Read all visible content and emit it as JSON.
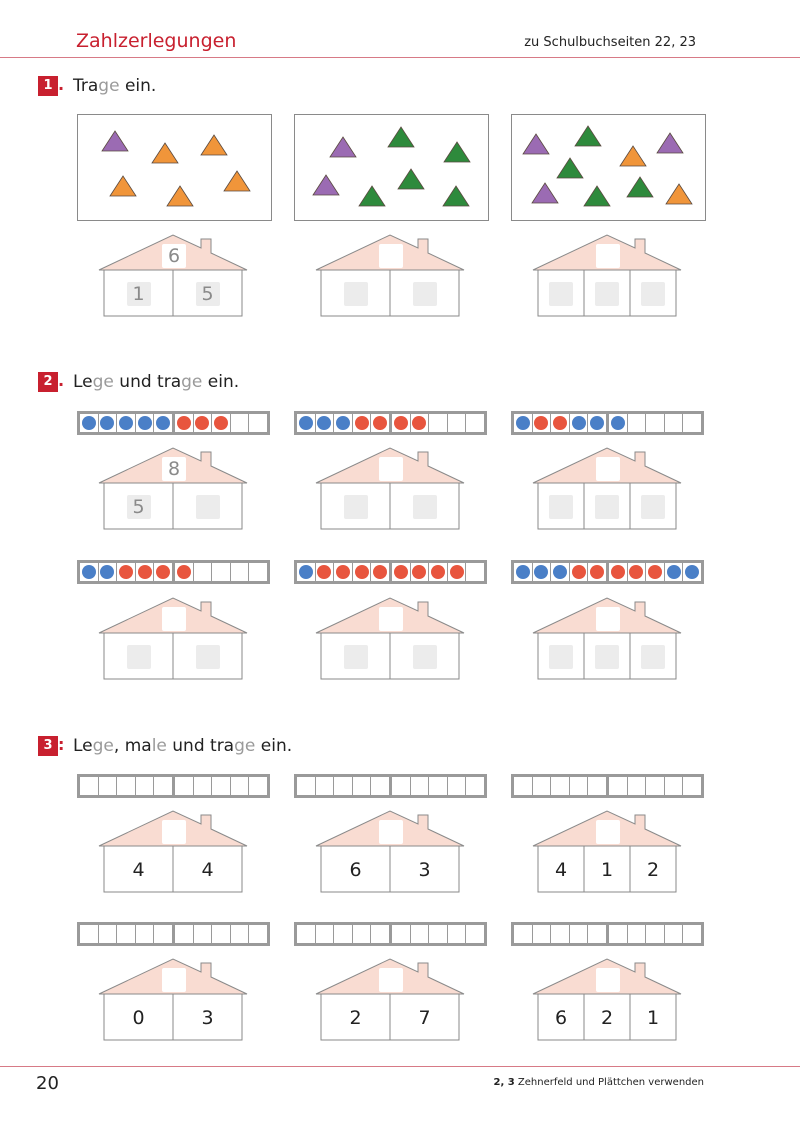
{
  "header": {
    "title": "Zahlzerlegungen",
    "ref": "zu Schulbuchseiten 22, 23"
  },
  "colors": {
    "accent": "#c8202f",
    "roof": "#f9dcd2",
    "house_line": "#8a8a8a",
    "blue_dot": "#4a7fc7",
    "red_dot": "#e8553e",
    "purple_triangle": "#9b6bb3",
    "orange_triangle": "#f0953a",
    "green_triangle": "#2e8a3c"
  },
  "tasks": [
    {
      "number": "1",
      "mark": ".",
      "instruction": [
        {
          "t": "Tra"
        },
        {
          "t": "ge",
          "g": true
        },
        {
          "t": " ein."
        }
      ]
    },
    {
      "number": "2",
      "mark": ".",
      "instruction": [
        {
          "t": "Le"
        },
        {
          "t": "ge",
          "g": true
        },
        {
          "t": " und tra"
        },
        {
          "t": "ge",
          "g": true
        },
        {
          "t": " ein."
        }
      ]
    },
    {
      "number": "3",
      "mark": ":",
      "instruction": [
        {
          "t": "Le"
        },
        {
          "t": "ge",
          "g": true
        },
        {
          "t": ", ma"
        },
        {
          "t": "le",
          "g": true
        },
        {
          "t": " und tra"
        },
        {
          "t": "ge",
          "g": true
        },
        {
          "t": " ein."
        }
      ]
    }
  ],
  "task1": {
    "boxes": [
      {
        "triangles": [
          {
            "color": "purple"
          },
          {
            "color": "orange"
          },
          {
            "color": "orange"
          },
          {
            "color": "orange"
          },
          {
            "color": "orange"
          },
          {
            "color": "orange"
          }
        ]
      },
      {
        "triangles": [
          {
            "color": "purple"
          },
          {
            "color": "green"
          },
          {
            "color": "green"
          },
          {
            "color": "purple"
          },
          {
            "color": "green"
          },
          {
            "color": "green"
          },
          {
            "color": "green"
          }
        ]
      },
      {
        "triangles": [
          {
            "color": "purple"
          },
          {
            "color": "green"
          },
          {
            "color": "orange"
          },
          {
            "color": "purple"
          },
          {
            "color": "green"
          },
          {
            "color": "purple"
          },
          {
            "color": "green"
          },
          {
            "color": "green"
          },
          {
            "color": "orange"
          }
        ]
      }
    ],
    "houses": [
      {
        "roof": "6",
        "rooms": [
          {
            "v": "1",
            "box": true
          },
          {
            "v": "5",
            "box": true
          }
        ]
      },
      {
        "roof": "",
        "rooms": [
          {
            "v": "",
            "box": true
          },
          {
            "v": "",
            "box": true
          }
        ]
      },
      {
        "roof": "",
        "rooms": [
          {
            "v": "",
            "box": true
          },
          {
            "v": "",
            "box": true
          },
          {
            "v": "",
            "box": true
          }
        ]
      }
    ]
  },
  "task2": {
    "rows": [
      {
        "frames": [
          [
            "b",
            "b",
            "b",
            "b",
            "b",
            "r",
            "r",
            "r",
            "",
            ""
          ],
          [
            "b",
            "b",
            "b",
            "r",
            "r",
            "r",
            "r",
            "",
            "",
            ""
          ],
          [
            "b",
            "r",
            "r",
            "b",
            "b",
            "b",
            "",
            "",
            "",
            ""
          ]
        ],
        "houses": [
          {
            "roof": "8",
            "rooms": [
              {
                "v": "5",
                "box": true
              },
              {
                "v": "",
                "box": true
              }
            ]
          },
          {
            "roof": "",
            "rooms": [
              {
                "v": "",
                "box": true
              },
              {
                "v": "",
                "box": true
              }
            ]
          },
          {
            "roof": "",
            "rooms": [
              {
                "v": "",
                "box": true
              },
              {
                "v": "",
                "box": true
              },
              {
                "v": "",
                "box": true
              }
            ]
          }
        ]
      },
      {
        "frames": [
          [
            "b",
            "b",
            "r",
            "r",
            "r",
            "r",
            "",
            "",
            "",
            ""
          ],
          [
            "b",
            "r",
            "r",
            "r",
            "r",
            "r",
            "r",
            "r",
            "r",
            ""
          ],
          [
            "b",
            "b",
            "b",
            "r",
            "r",
            "r",
            "r",
            "r",
            "b",
            "b"
          ]
        ],
        "houses": [
          {
            "roof": "",
            "rooms": [
              {
                "v": "",
                "box": true
              },
              {
                "v": "",
                "box": true
              }
            ]
          },
          {
            "roof": "",
            "rooms": [
              {
                "v": "",
                "box": true
              },
              {
                "v": "",
                "box": true
              }
            ]
          },
          {
            "roof": "",
            "rooms": [
              {
                "v": "",
                "box": true
              },
              {
                "v": "",
                "box": true
              },
              {
                "v": "",
                "box": true
              }
            ]
          }
        ]
      }
    ]
  },
  "task3": {
    "rows": [
      {
        "houses": [
          {
            "roof": "",
            "rooms": [
              {
                "v": "4"
              },
              {
                "v": "4"
              }
            ]
          },
          {
            "roof": "",
            "rooms": [
              {
                "v": "6"
              },
              {
                "v": "3"
              }
            ]
          },
          {
            "roof": "",
            "rooms": [
              {
                "v": "4"
              },
              {
                "v": "1"
              },
              {
                "v": "2"
              }
            ]
          }
        ]
      },
      {
        "houses": [
          {
            "roof": "",
            "rooms": [
              {
                "v": "0"
              },
              {
                "v": "3"
              }
            ]
          },
          {
            "roof": "",
            "rooms": [
              {
                "v": "2"
              },
              {
                "v": "7"
              }
            ]
          },
          {
            "roof": "",
            "rooms": [
              {
                "v": "6"
              },
              {
                "v": "2"
              },
              {
                "v": "1"
              }
            ]
          }
        ]
      }
    ]
  },
  "footer": {
    "page": "20",
    "topic_bold": "2, 3",
    "topic": "Zehnerfeld und Plättchen verwenden"
  }
}
